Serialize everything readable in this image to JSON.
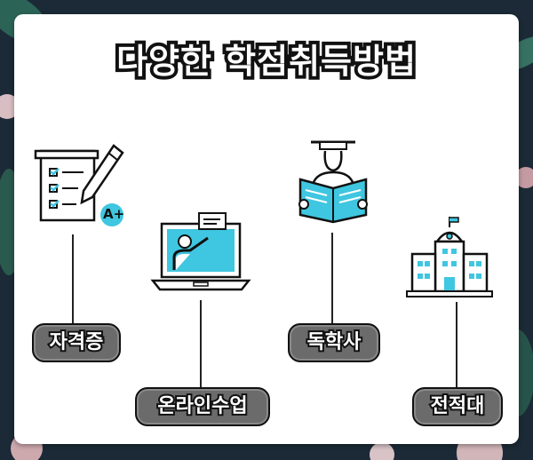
{
  "title": "다양한 학점취득방법",
  "colors": {
    "accent": "#3fc6e0",
    "dark": "#111111",
    "pill": "#6b6b6b",
    "background": "#1b2a36"
  },
  "methods": [
    {
      "label": "자격증",
      "icon": "checklist-pencil-icon",
      "badge": "A+"
    },
    {
      "label": "온라인수업",
      "icon": "laptop-teacher-icon"
    },
    {
      "label": "독학사",
      "icon": "graduate-reading-icon"
    },
    {
      "label": "전적대",
      "icon": "university-building-icon"
    }
  ]
}
